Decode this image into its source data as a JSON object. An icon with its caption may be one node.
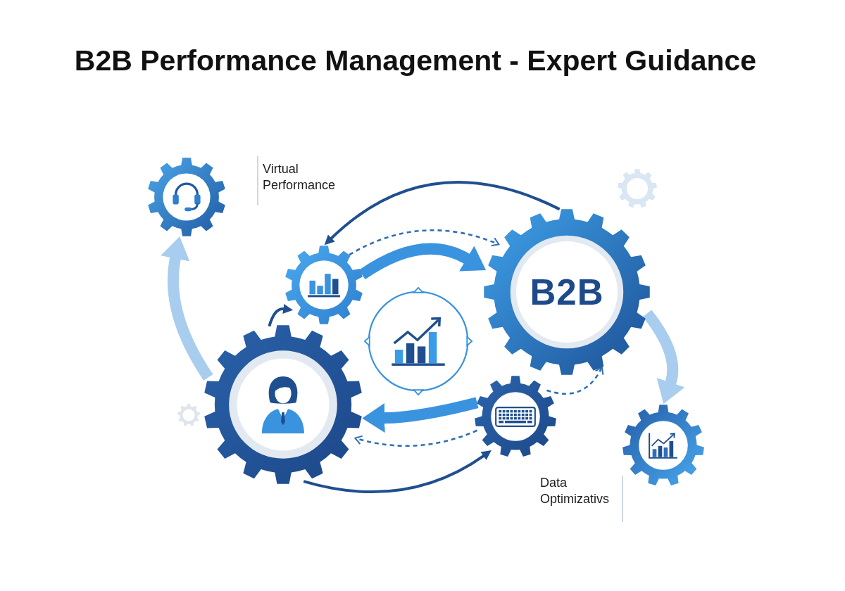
{
  "diagram": {
    "title": "B2B Performance Management - Expert Guidance",
    "nodes": [
      {
        "text": [],
        "shape": "gear"
      },
      {
        "text": [],
        "shape": "gear"
      },
      {
        "text": [],
        "shape": "circle"
      },
      {
        "text": [
          "B2B"
        ]
      },
      {
        "text": [],
        "shape": "gear"
      },
      {
        "text": [],
        "shape": "gear"
      },
      {
        "text": [],
        "shape": "gear"
      }
    ],
    "edges": [
      {
        "from": 1,
        "to": 3,
        "arrow": "to",
        "style": "thick"
      },
      {
        "from": 3,
        "to": 1,
        "arrow": "to",
        "color": "#1f4f8f"
      },
      {
        "from": 5,
        "to": 4,
        "arrow": "to",
        "style": "thick"
      },
      {
        "from": 4,
        "to": 5,
        "arrow": "to",
        "color": "#1f4f8f"
      },
      {
        "from": 5,
        "to": 4,
        "arrow": "to",
        "style": "dashed",
        "color": "#2e6fb7"
      },
      {
        "from": 4,
        "to": 1,
        "arrow": "to",
        "color": "#1f4f8f"
      },
      {
        "from": 3,
        "to": 6,
        "arrow": "to",
        "style": "thick",
        "color": "#a8cdee"
      },
      {
        "from": 4,
        "to": 0,
        "arrow": "to",
        "style": "thick",
        "color": "#a8cdee"
      },
      {
        "from": 5,
        "to": 3,
        "arrow": "to",
        "style": "dashed",
        "color": "#2e6fb7"
      },
      {
        "from": 1,
        "to": 3,
        "arrow": "to",
        "style": "dashed",
        "color": "#2e6fb7"
      }
    ],
    "labels": [
      "Virtual Performance",
      "Data Optimizativs"
    ]
  }
}
